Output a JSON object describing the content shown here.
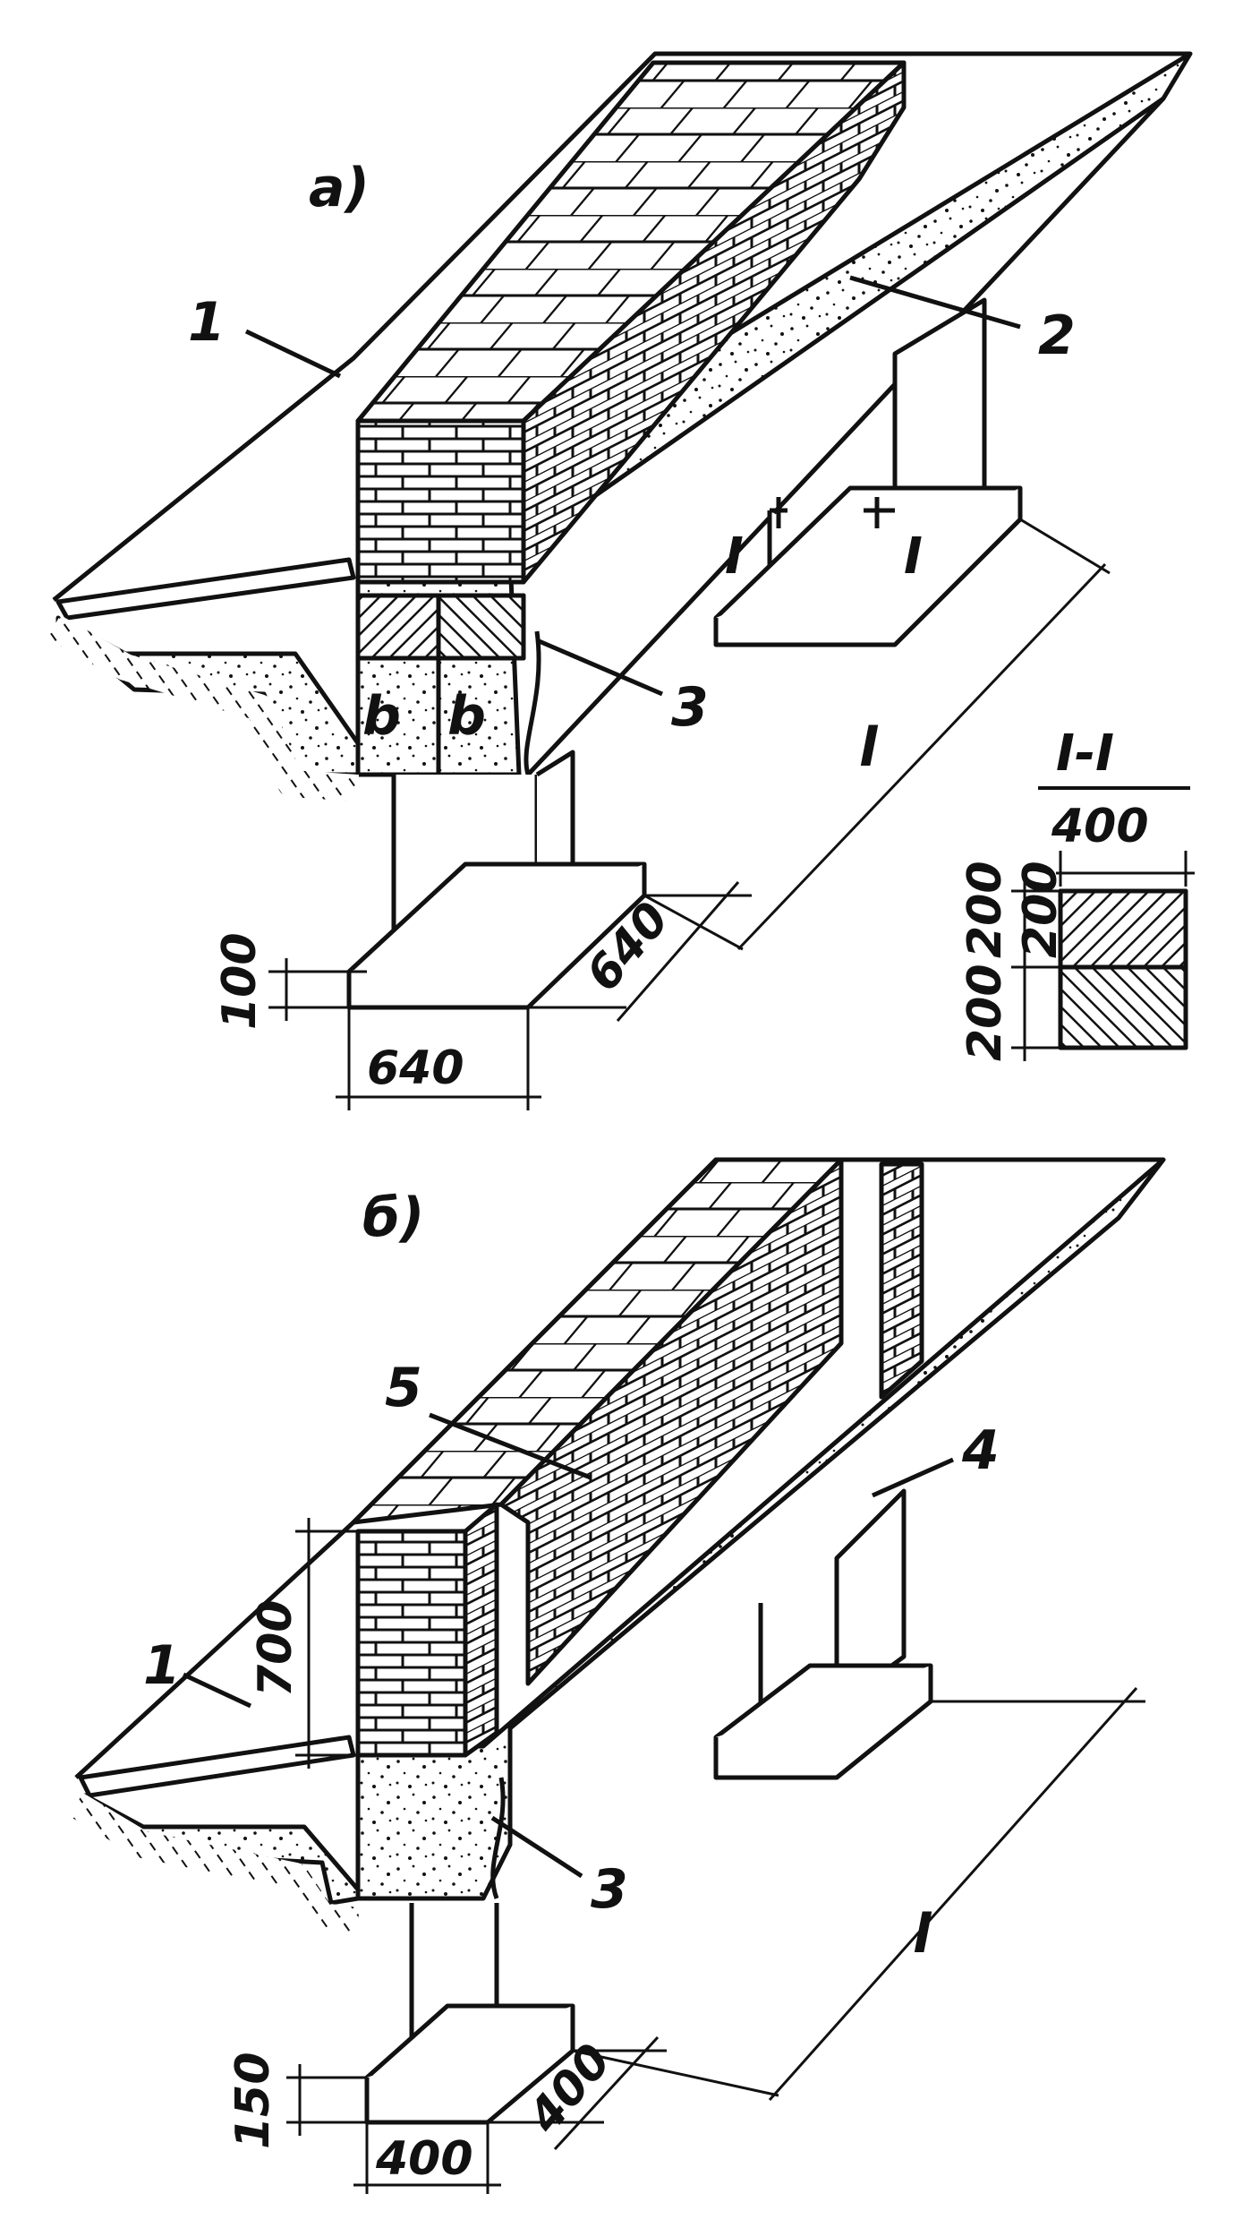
{
  "figure_a": {
    "label": "а)",
    "callouts": [
      "1",
      "2",
      "3"
    ],
    "section_marks": [
      "I",
      "I"
    ],
    "cell_label": "b",
    "dims": {
      "height": "100",
      "width": "640",
      "depth": "640",
      "span": "l"
    },
    "section": {
      "title": "I-I",
      "width": "400",
      "dims": [
        "200",
        "200",
        "200"
      ]
    }
  },
  "figure_b": {
    "label": "б)",
    "callouts": [
      "1",
      "3",
      "4",
      "5"
    ],
    "dims": {
      "wall_height": "700",
      "height": "150",
      "width": "400",
      "depth": "400",
      "span": "l"
    }
  },
  "colors": {
    "ink": "#111111",
    "paper": "#ffffff"
  }
}
